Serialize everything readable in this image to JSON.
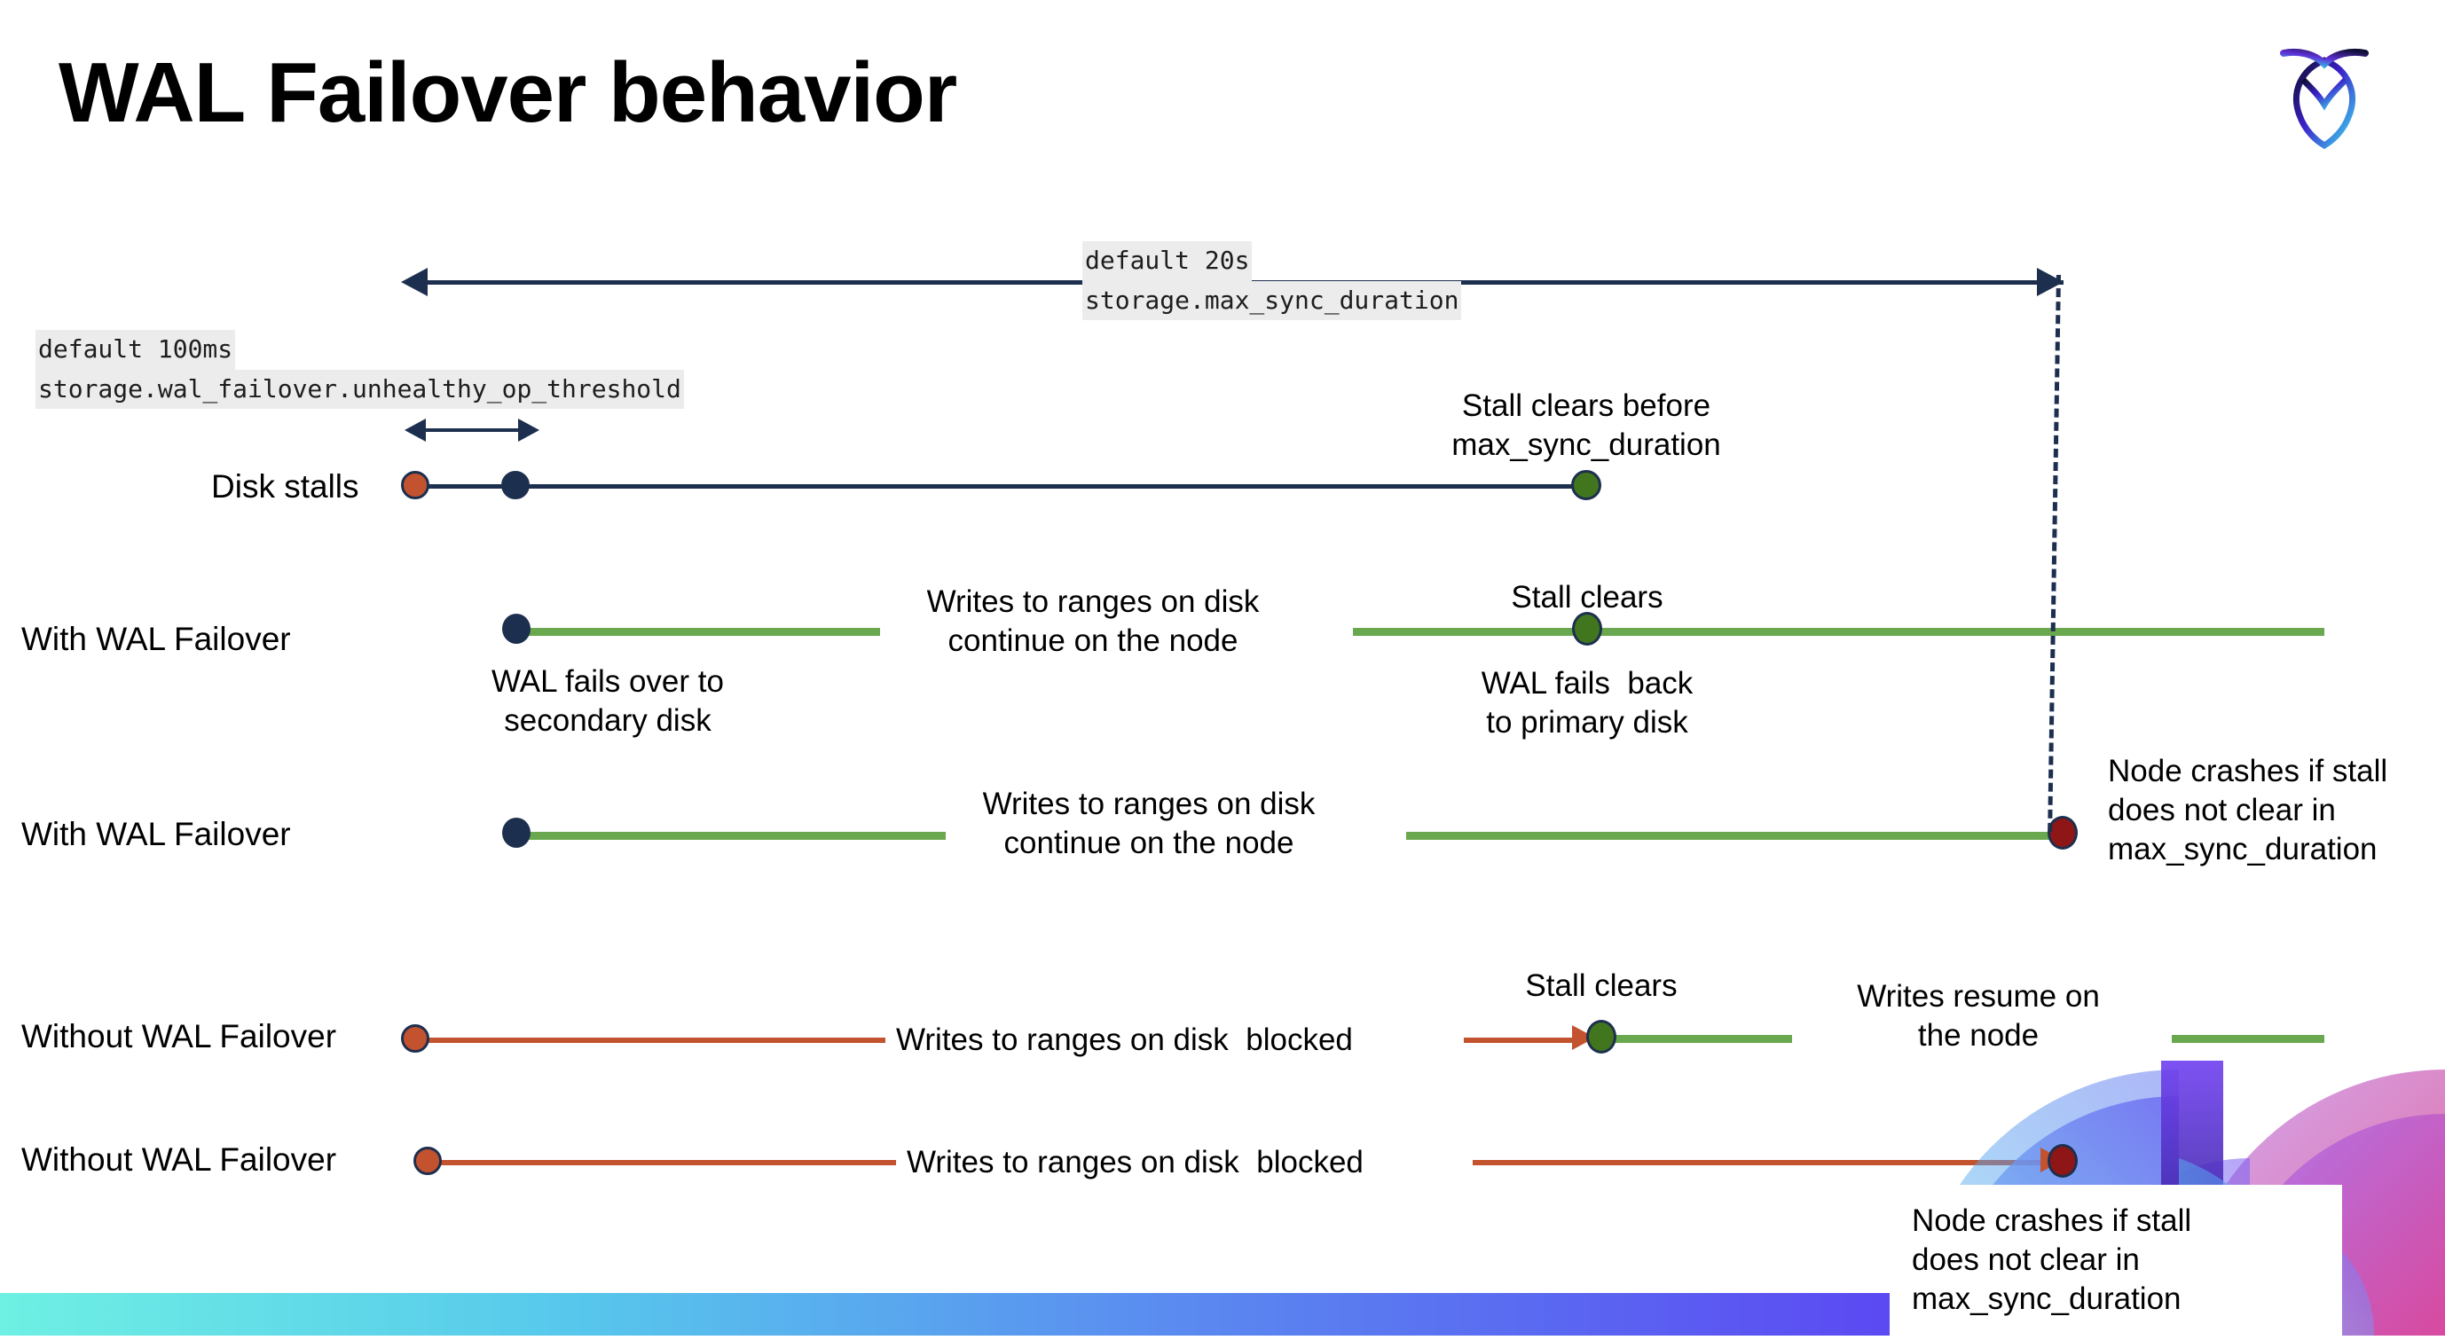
{
  "slide": {
    "title": "WAL Failover behavior",
    "logo_name": "cockroachdb-logo"
  },
  "annotations": {
    "max_sync": {
      "line1": "default 20s",
      "line2": "storage.max_sync_duration"
    },
    "unhealthy_threshold": {
      "line1": "default 100ms",
      "line2": "storage.wal_failover.unhealthy_op_threshold"
    }
  },
  "rows": [
    {
      "id": "disk-stalls",
      "label": "Disk stalls",
      "caption_right": "Stall clears before\nmax_sync_duration"
    },
    {
      "id": "with-wal-failover-clears",
      "label": "With WAL Failover",
      "caption_mid": "Writes to ranges on disk\ncontinue on the node",
      "caption_below_start": "WAL fails over to\nsecondary disk",
      "caption_above_mid": "Stall clears",
      "caption_below_mid": "WAL fails  back\nto primary disk"
    },
    {
      "id": "with-wal-failover-crash",
      "label": "With WAL Failover",
      "caption_mid": "Writes to ranges on disk\ncontinue on the node",
      "caption_right": "Node crashes if stall\ndoes not clear in\nmax_sync_duration"
    },
    {
      "id": "without-wal-failover-clears",
      "label": "Without WAL Failover",
      "caption_mid": "Writes to ranges on disk  blocked",
      "caption_above_mid": "Stall clears",
      "caption_right": "Writes resume on\nthe node"
    },
    {
      "id": "without-wal-failover-crash",
      "label": "Without WAL Failover",
      "caption_mid": "Writes to ranges on disk  blocked",
      "caption_right": "Node crashes if stall\ndoes not clear in\nmax_sync_duration"
    }
  ],
  "colors": {
    "navy": "#1d2f4e",
    "green_line": "#6aa84f",
    "green_dot": "#41761f",
    "orange": "#c3522f",
    "dark_red": "#8e1616",
    "code_bg": "#ececec"
  }
}
